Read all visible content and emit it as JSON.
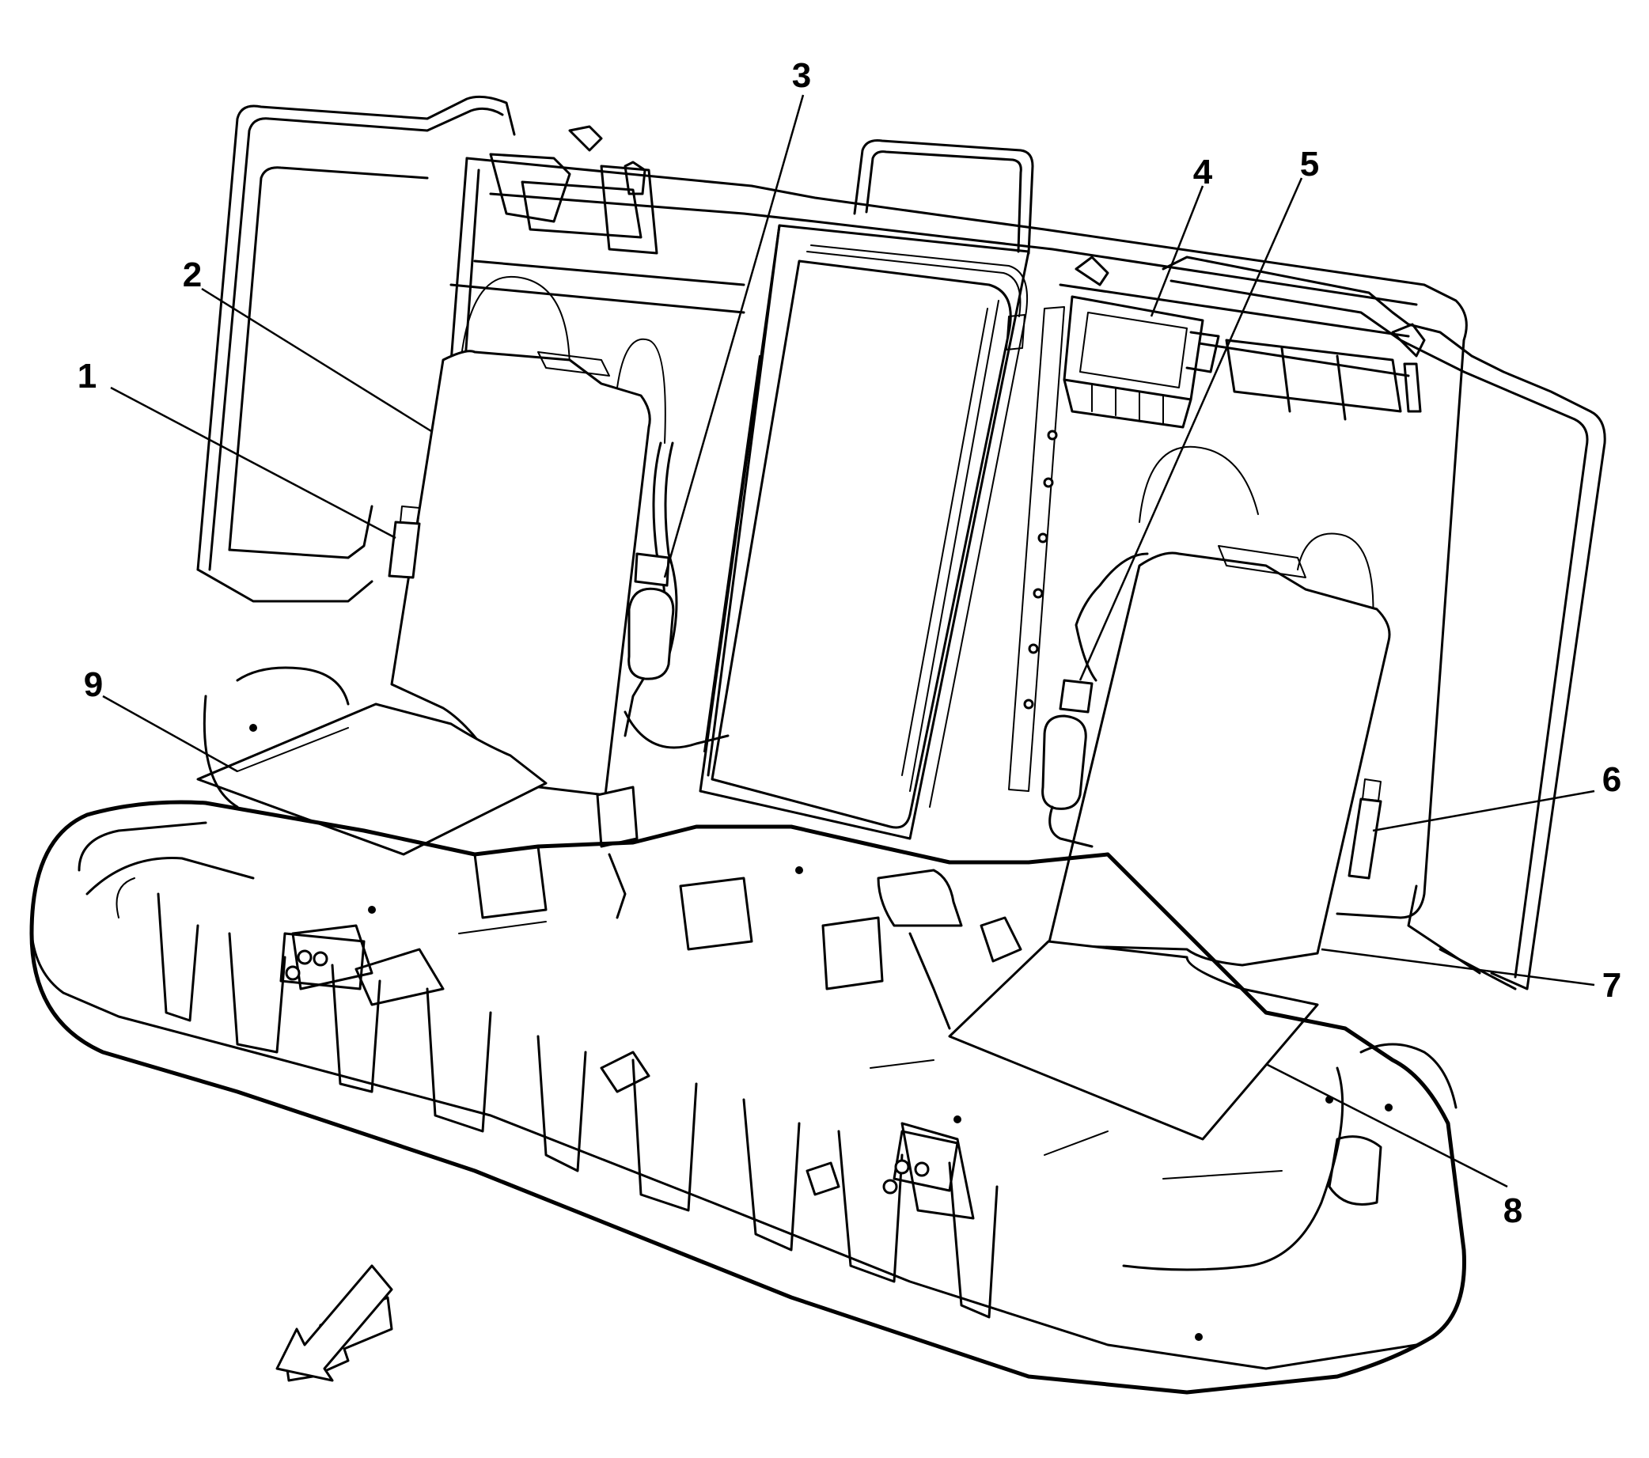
{
  "diagram": {
    "callouts": [
      {
        "id": "c1",
        "text": "1"
      },
      {
        "id": "c2",
        "text": "2"
      },
      {
        "id": "c3",
        "text": "3"
      },
      {
        "id": "c4",
        "text": "4"
      },
      {
        "id": "c5",
        "text": "5"
      },
      {
        "id": "c6",
        "text": "6"
      },
      {
        "id": "c7",
        "text": "7"
      },
      {
        "id": "c8",
        "text": "8"
      },
      {
        "id": "c9",
        "text": "9"
      }
    ],
    "front_indicator_icon": "front-arrow-icon",
    "line_color": "#000000",
    "background_color": "#ffffff"
  }
}
